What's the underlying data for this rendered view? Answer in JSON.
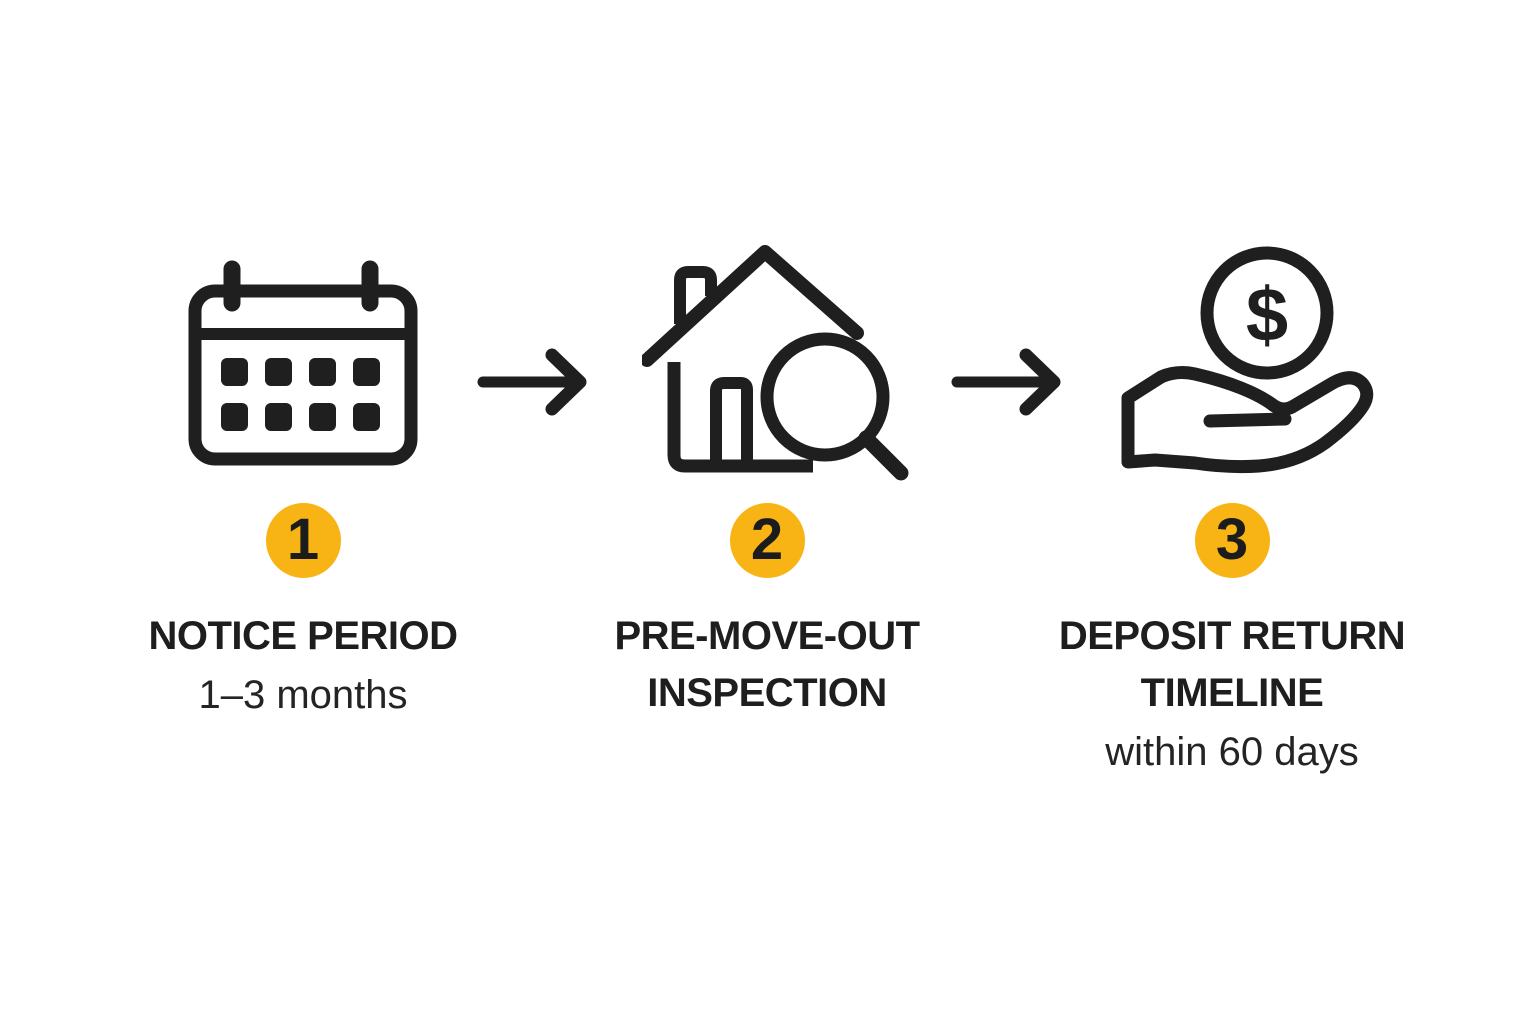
{
  "palette": {
    "background": "#FFFFFF",
    "ink": "#1F1F1F",
    "accent": "#F8B414",
    "badge_number": "#1C1C1C"
  },
  "steps": [
    {
      "number": "1",
      "icon": "calendar-icon",
      "title_line1": "NOTICE PERIOD",
      "title_line2": "",
      "subtitle": "1–3 months"
    },
    {
      "number": "2",
      "icon": "house-magnifier-icon",
      "title_line1": "PRE-MOVE-OUT",
      "title_line2": "INSPECTION",
      "subtitle": ""
    },
    {
      "number": "3",
      "icon": "hand-coin-icon",
      "title_line1": "DEPOSIT RETURN",
      "title_line2": "TIMELINE",
      "subtitle": "within 60 days"
    }
  ],
  "coin_symbol": "$",
  "connectors": [
    {
      "icon": "arrow-right-icon"
    },
    {
      "icon": "arrow-right-icon"
    }
  ]
}
